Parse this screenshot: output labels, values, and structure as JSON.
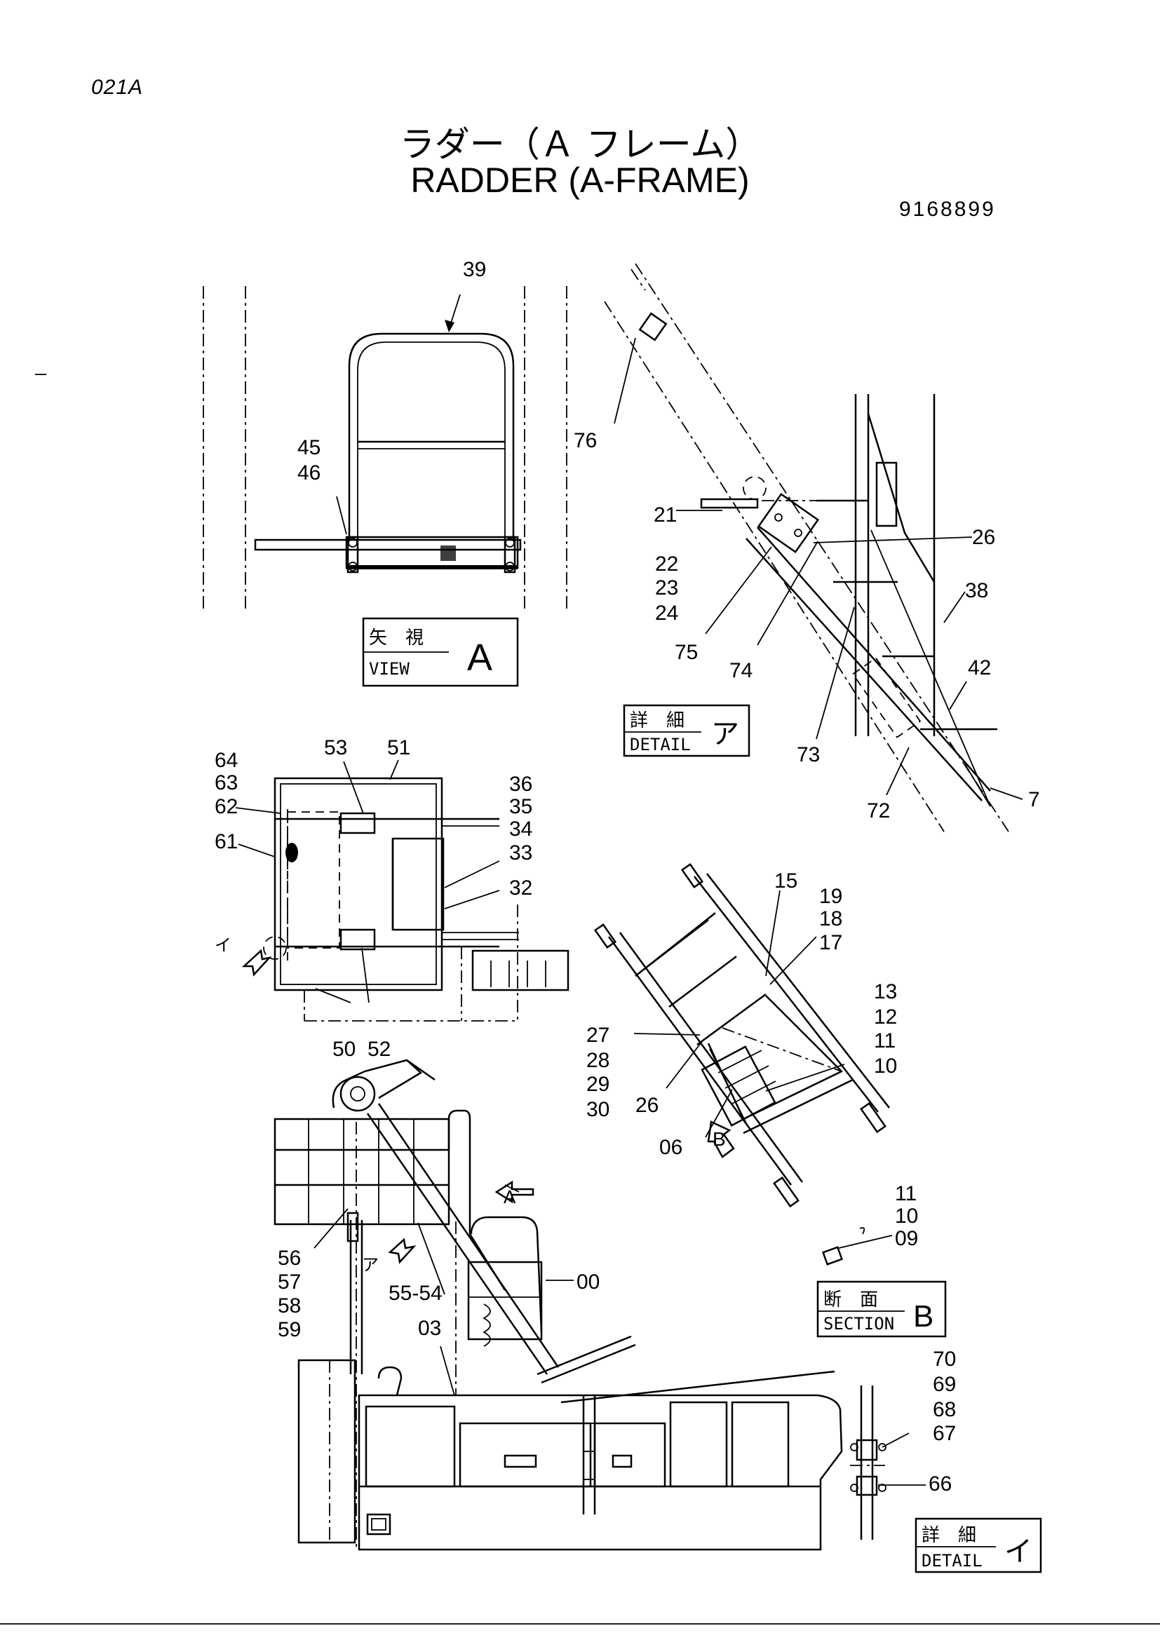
{
  "header": {
    "code": "021A",
    "title_jp": "ラダー（Ａ フレーム）",
    "title_en": "RADDER (A-FRAME)",
    "part_number": "9168899"
  },
  "view_a": {
    "box_jp": "矢　視",
    "box_en": "VIEW",
    "box_letter": "A",
    "callouts": [
      "39",
      "45",
      "46"
    ]
  },
  "detail_a": {
    "box_jp": "詳　細",
    "box_en": "DETAIL",
    "box_letter": "ア",
    "callouts": [
      "76",
      "21",
      "22",
      "23",
      "24",
      "75",
      "74",
      "26",
      "38",
      "42",
      "73",
      "72",
      "7"
    ]
  },
  "plan": {
    "callouts": [
      "64",
      "63",
      "62",
      "61",
      "53",
      "51",
      "36",
      "35",
      "34",
      "33",
      "32",
      "50",
      "52"
    ],
    "marker": "イ"
  },
  "ladder": {
    "callouts": [
      "15",
      "19",
      "18",
      "17",
      "13",
      "12",
      "11",
      "10",
      "27",
      "28",
      "29",
      "30",
      "26",
      "06"
    ],
    "marker": "B"
  },
  "section_b": {
    "box_jp": "断　面",
    "box_en": "SECTION",
    "box_letter": "B",
    "callouts": [
      "11",
      "10",
      "09"
    ]
  },
  "machine": {
    "callouts": [
      "56",
      "57",
      "58",
      "59",
      "55-54",
      "03",
      "00"
    ],
    "marker_a": "A",
    "marker_detail": "ア"
  },
  "detail_i": {
    "box_jp": "詳　細",
    "box_en": "DETAIL",
    "box_letter": "イ",
    "callouts": [
      "70",
      "69",
      "68",
      "67",
      "66"
    ]
  }
}
